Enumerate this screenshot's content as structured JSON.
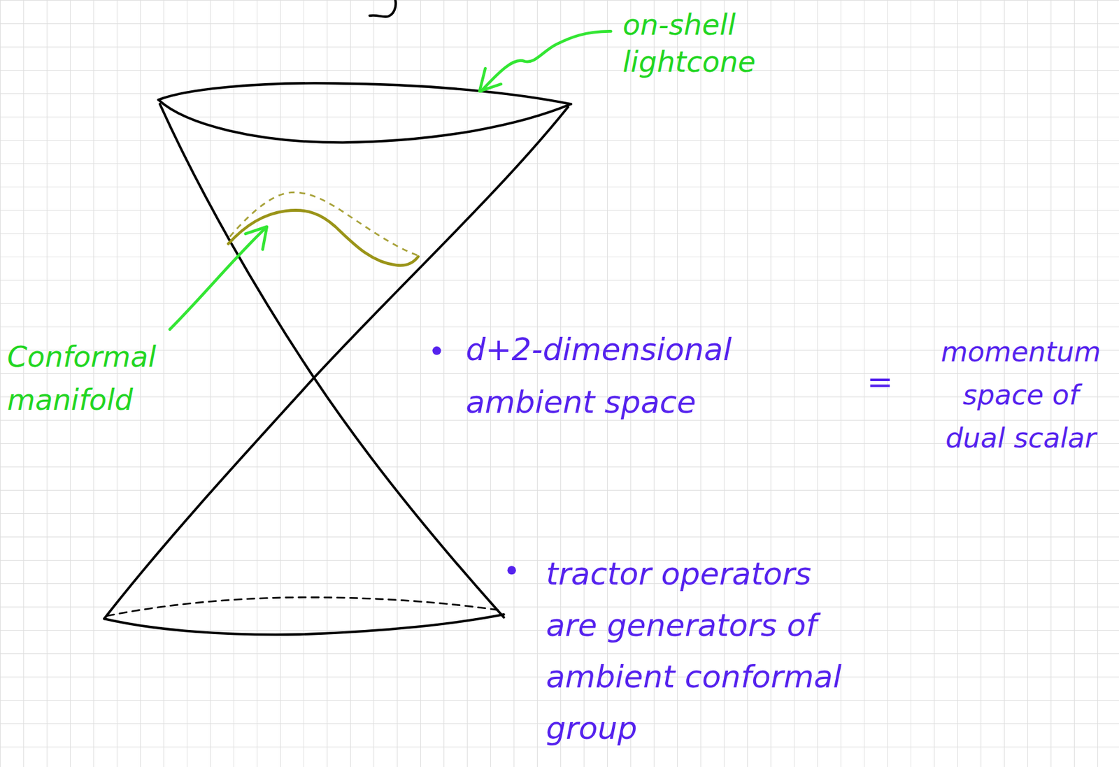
{
  "diagram": {
    "labels": [
      "on-shell lightcone",
      "Conformal manifold",
      "d+2-dimensional ambient space",
      "=",
      "momentum space of dual scalar",
      "tractor operators are generators of ambient conformal group"
    ]
  }
}
